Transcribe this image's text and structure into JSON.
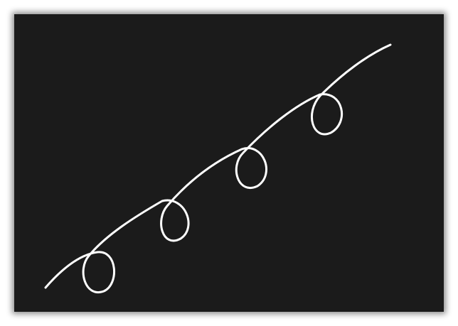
{
  "colors": {
    "page_background": "#ffffff",
    "panel_background": "#1b1b1b",
    "curve_stroke": "#ffffff"
  },
  "drawing": {
    "shape": "looped-curve",
    "loop_count": 4,
    "direction": "ascending-left-to-right"
  }
}
